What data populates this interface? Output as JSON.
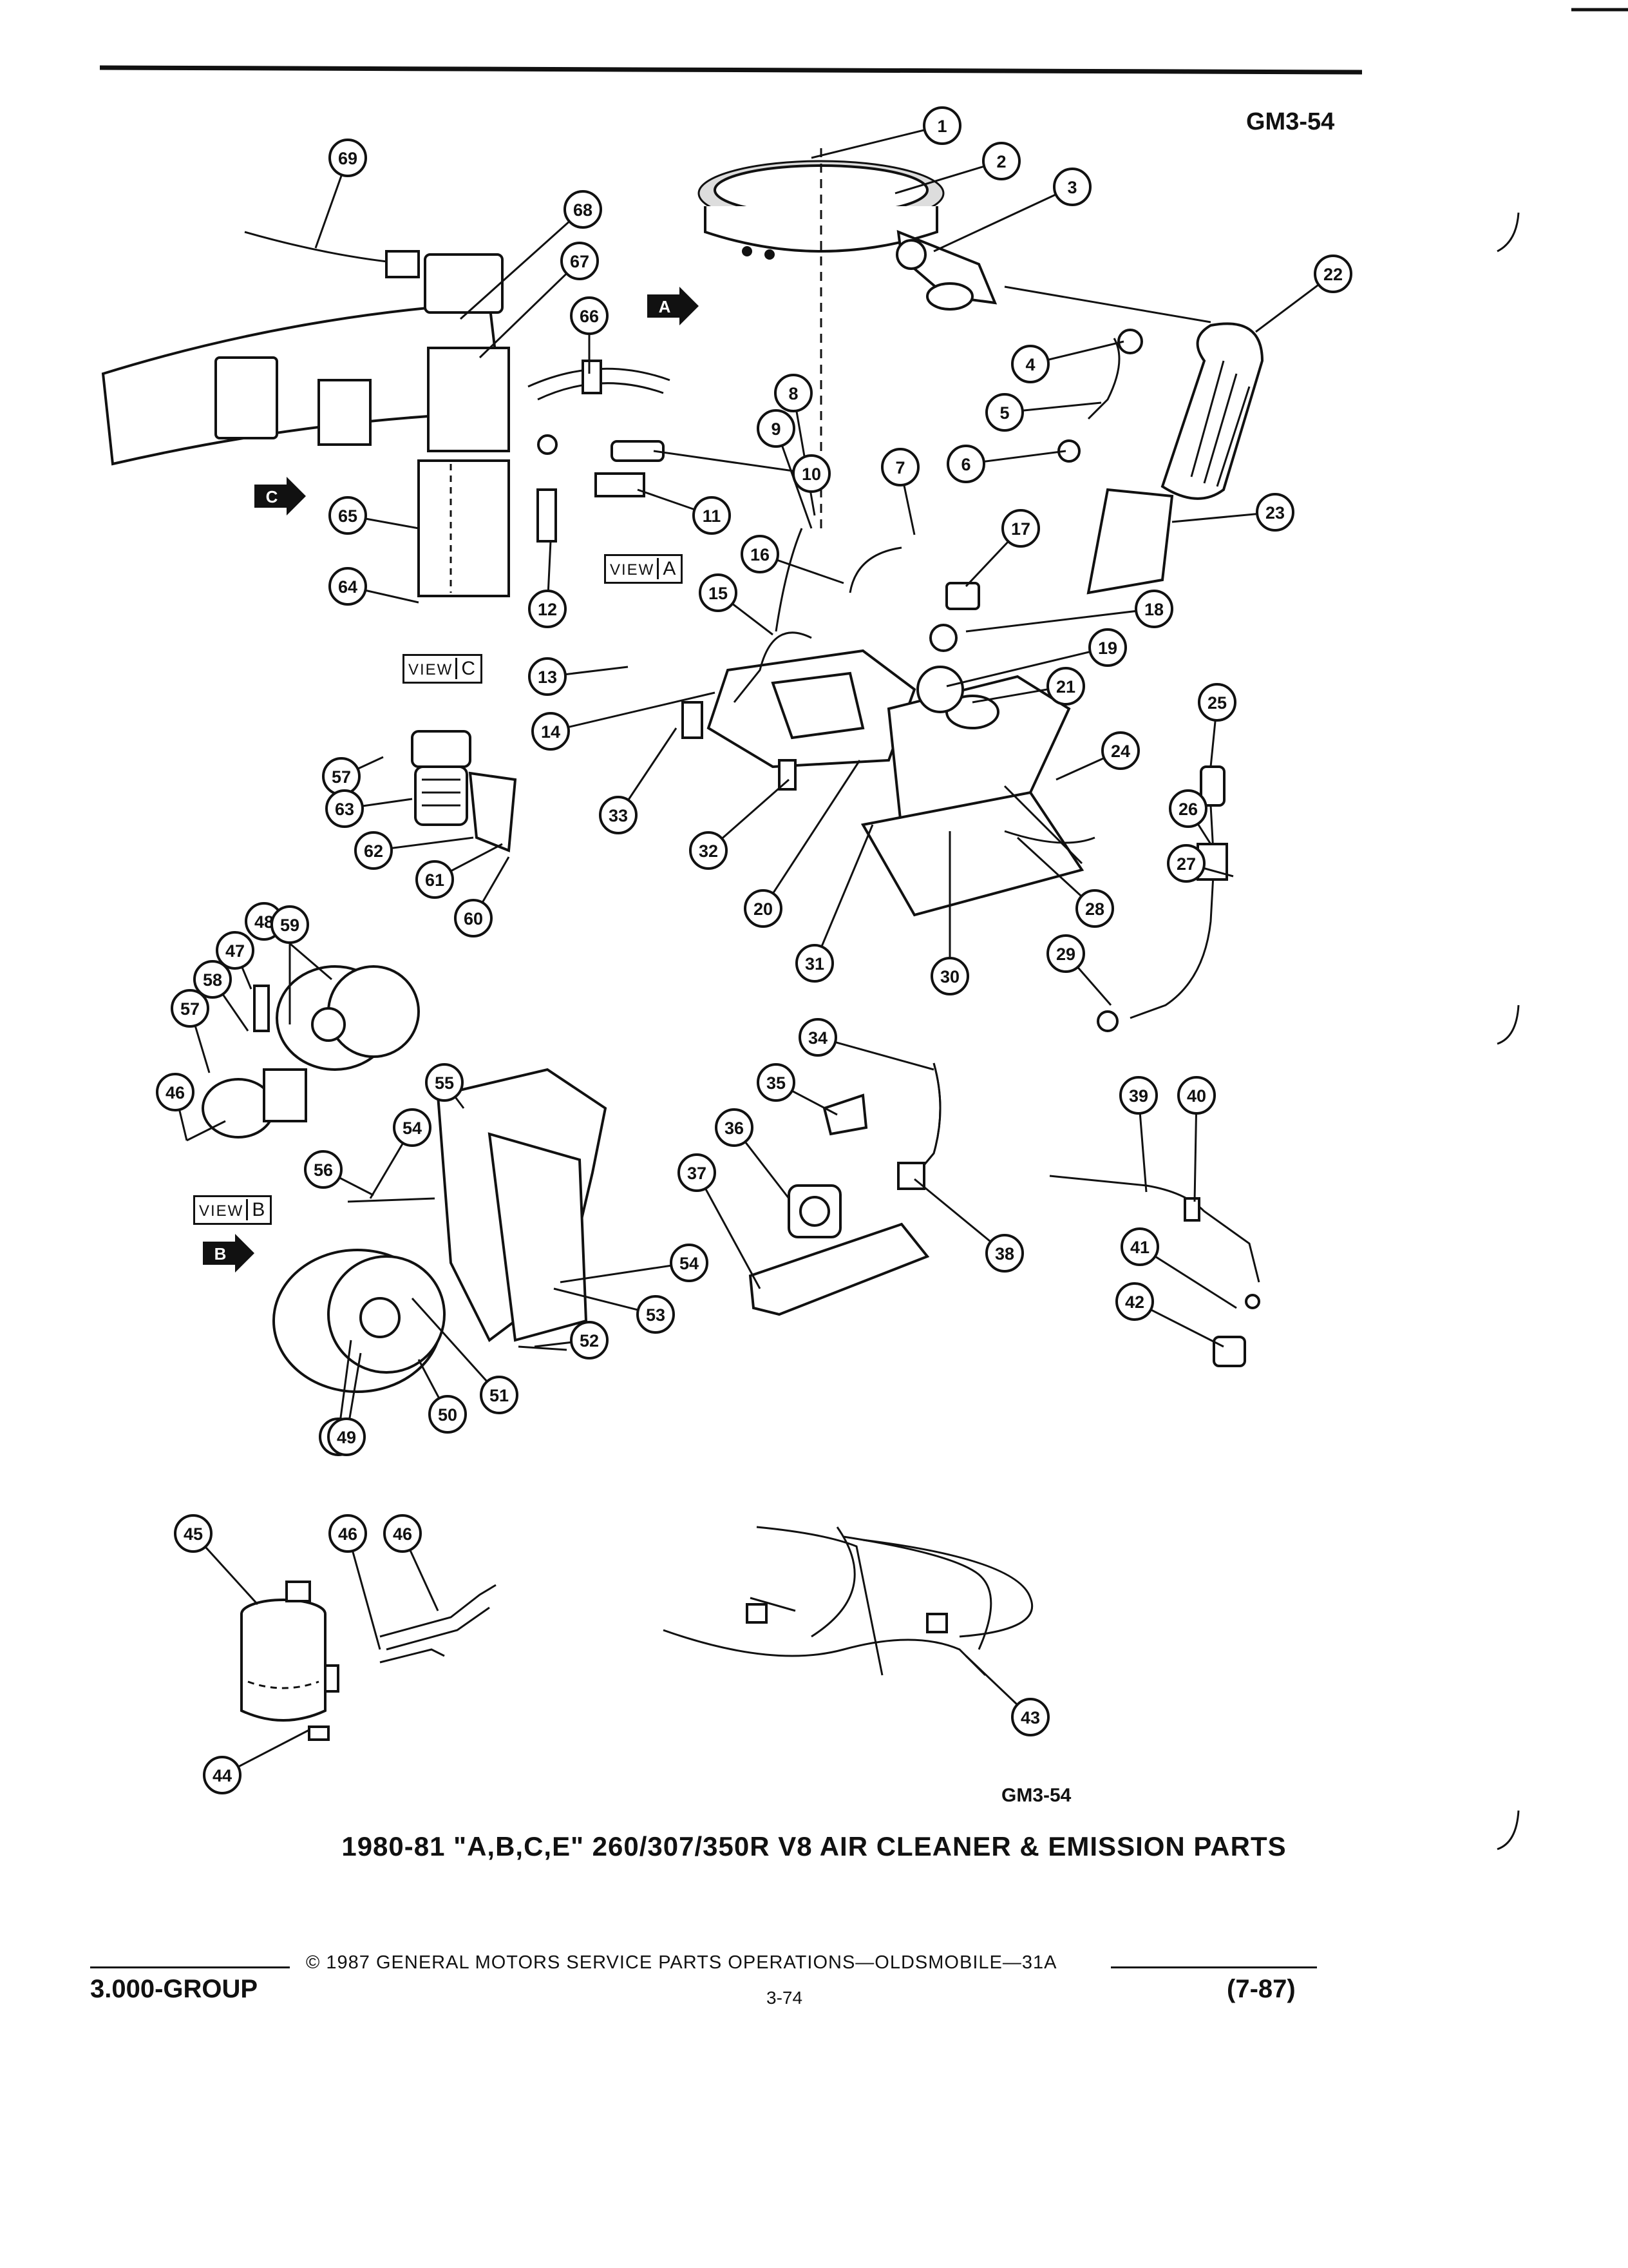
{
  "header": {
    "diagram_code_top": "GM3-54",
    "diagram_code_bottom": "GM3-54"
  },
  "title": "1980-81 \"A,B,C,E\" 260/307/350R V8 AIR CLEANER & EMISSION PARTS",
  "views": {
    "a": "VIEW",
    "a_letter": "A",
    "b": "VIEW",
    "b_letter": "B",
    "c": "VIEW",
    "c_letter": "C"
  },
  "view_arrows": [
    "A",
    "B",
    "C"
  ],
  "footer": {
    "copyright": "© 1987 GENERAL MOTORS SERVICE PARTS OPERATIONS—OLDSMOBILE—31A",
    "group": "3.000-GROUP",
    "page": "3-74",
    "date": "(7-87)"
  },
  "callouts": [
    "1",
    "2",
    "3",
    "4",
    "5",
    "6",
    "7",
    "8",
    "9",
    "10",
    "11",
    "12",
    "13",
    "14",
    "15",
    "16",
    "17",
    "18",
    "19",
    "20",
    "21",
    "22",
    "23",
    "24",
    "25",
    "26",
    "27",
    "28",
    "29",
    "30",
    "31",
    "32",
    "33",
    "34",
    "35",
    "36",
    "37",
    "38",
    "39",
    "40",
    "41",
    "42",
    "43",
    "44",
    "45",
    "46",
    "46",
    "46",
    "47",
    "48",
    "48",
    "49",
    "50",
    "51",
    "52",
    "53",
    "54",
    "54",
    "55",
    "56",
    "57",
    "57",
    "58",
    "59",
    "60",
    "61",
    "62",
    "63",
    "64",
    "65",
    "66",
    "67",
    "68",
    "69"
  ]
}
